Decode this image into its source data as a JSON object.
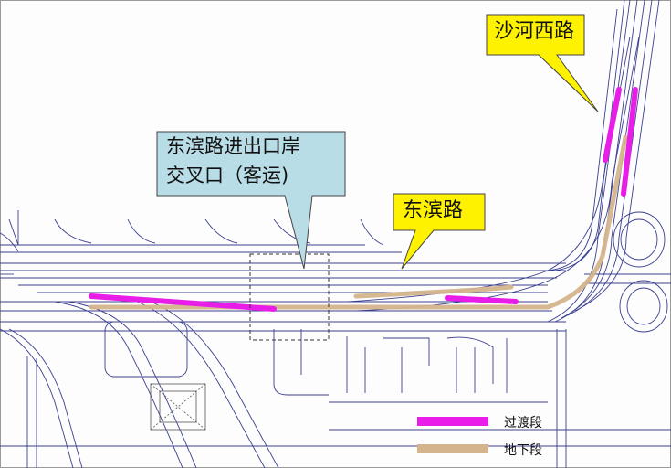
{
  "callouts": {
    "shahe_west_road": "沙河西路",
    "dongbin_port_line1": "东滨路进出口岸",
    "dongbin_port_line2": "交叉口（客运)",
    "dongbin_road": "东滨路"
  },
  "legend": {
    "transition": {
      "label": "过渡段",
      "color": "#e81ee8"
    },
    "underground": {
      "label": "地下段",
      "color": "#d4b48c"
    }
  },
  "colors": {
    "road_line": "#3a3f8f",
    "callout_yellow": "#fff200",
    "callout_blue": "#b9dde6",
    "callout_border": "#444444"
  }
}
